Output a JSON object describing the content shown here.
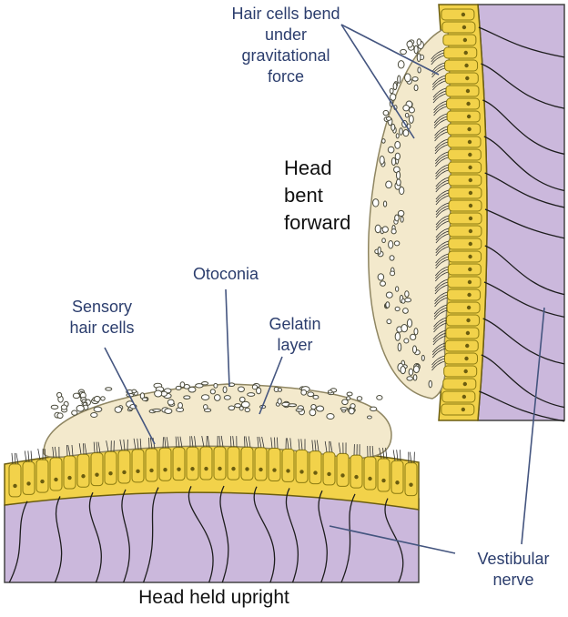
{
  "labels": {
    "hair_cells_bend": [
      "Hair cells bend",
      "under",
      "gravitational",
      "force"
    ],
    "head_bent": [
      "Head",
      "bent",
      "forward"
    ],
    "otoconia": [
      "Otoconia"
    ],
    "sensory_hair_cells": [
      "Sensory",
      "hair cells"
    ],
    "gelatin_layer": [
      "Gelatin",
      "layer"
    ],
    "vestibular_nerve": [
      "Vestibular",
      "nerve"
    ],
    "head_upright": [
      "Head held upright"
    ]
  },
  "colors": {
    "label_blue": "#2b3d6d",
    "label_black": "#111111",
    "gelatin": "#f3e9cc",
    "hair_cell": "#f2d24a",
    "hair_cell_stroke": "#8a7a10",
    "nerve_bg": "#cbb8dc",
    "nerve_line": "#1d1d1d"
  }
}
